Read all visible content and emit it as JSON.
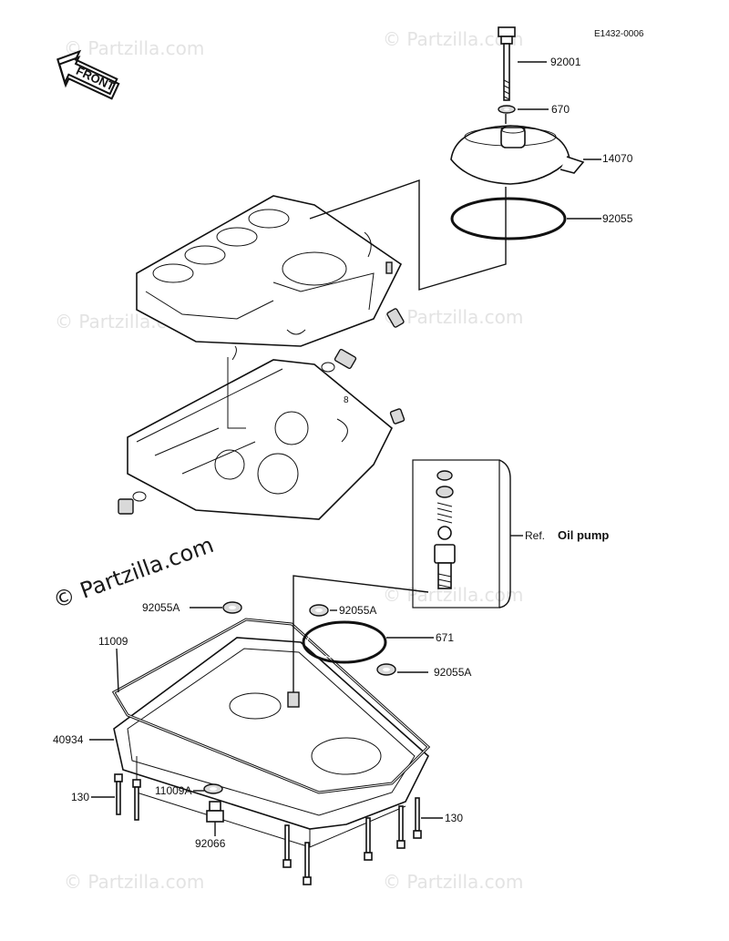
{
  "diagram_code": "E1432-0006",
  "front_arrow_label": "FRONT",
  "watermark_text": "© Partzilla.com",
  "callouts": {
    "c92001": "92001",
    "c670": "670",
    "c14070": "14070",
    "c92055": "92055",
    "c92055A_left": "92055A",
    "c92055A_mid": "92055A",
    "c671": "671",
    "c92055A_right": "92055A",
    "c11009": "11009",
    "c40934": "40934",
    "c130_left": "130",
    "c11009A": "11009A",
    "c92066": "92066",
    "c130_right": "130",
    "c8": "8"
  },
  "ref_label": "Ref.",
  "ref_part": "Oil pump"
}
